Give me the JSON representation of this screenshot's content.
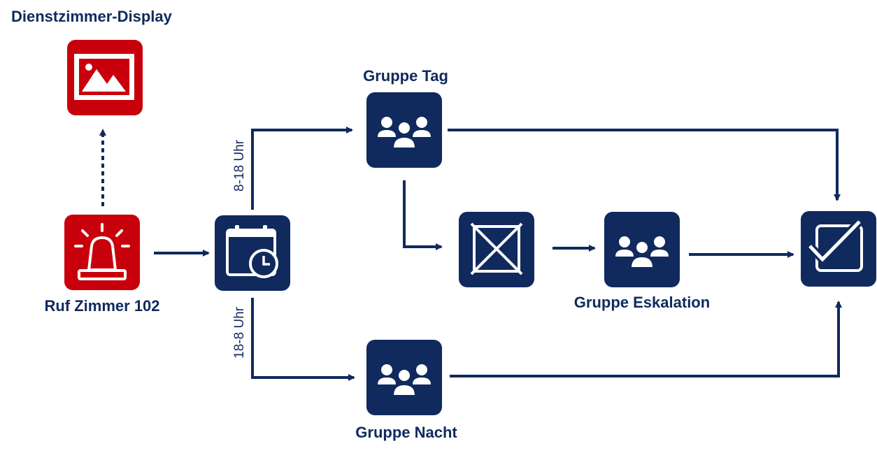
{
  "labels": {
    "display": "Dienstzimmer-Display",
    "call": "Ruf Zimmer 102",
    "group_day": "Gruppe Tag",
    "group_escalation": "Gruppe Eskalation",
    "group_night": "Gruppe Nacht",
    "time_day": "8-18 Uhr",
    "time_night": "18-8 Uhr"
  },
  "colors": {
    "navy": "#102a5e",
    "red": "#c8000b",
    "white": "#ffffff"
  },
  "icons": {
    "display": "image-icon",
    "call": "alarm-light-icon",
    "schedule": "calendar-clock-icon",
    "group": "users-group-icon",
    "fail": "cross-box-icon",
    "done": "checkbox-checked-icon"
  }
}
